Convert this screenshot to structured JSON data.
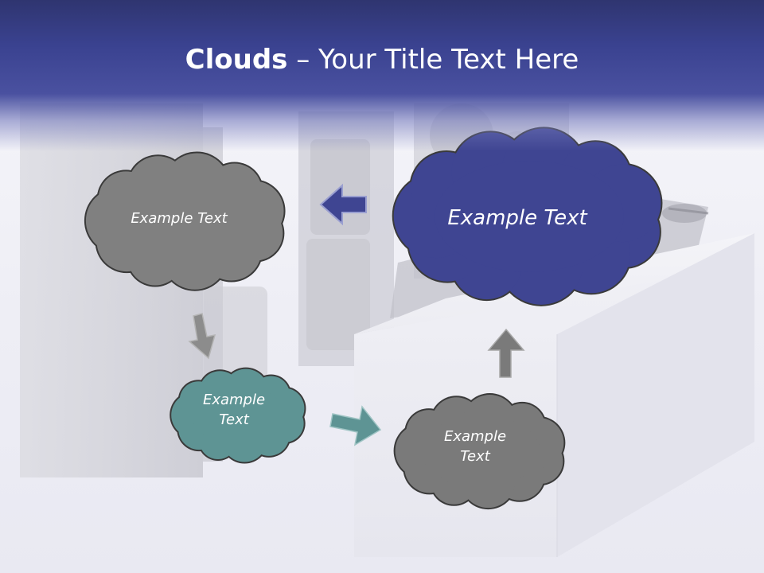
{
  "slide": {
    "title_bold": "Clouds",
    "title_separator": " – ",
    "title_rest": "Your Title Text Here"
  },
  "clouds": [
    {
      "label": "Example Text",
      "color": "#808080",
      "position": "top-left"
    },
    {
      "label": "Example Text",
      "color": "#3f4592",
      "position": "top-right"
    },
    {
      "label": "Example\nText",
      "color": "#5e9494",
      "position": "bottom-left"
    },
    {
      "label": "Example\nText",
      "color": "#7a7a7a",
      "position": "bottom-right"
    }
  ],
  "arrows": [
    {
      "direction": "left",
      "color": "#3f4592"
    },
    {
      "direction": "down",
      "color": "#8c8c8c"
    },
    {
      "direction": "right",
      "color": "#5e9494"
    },
    {
      "direction": "up",
      "color": "#7a7a7a"
    }
  ],
  "colors": {
    "header": "#3a4290",
    "accent": "#3f4592"
  }
}
